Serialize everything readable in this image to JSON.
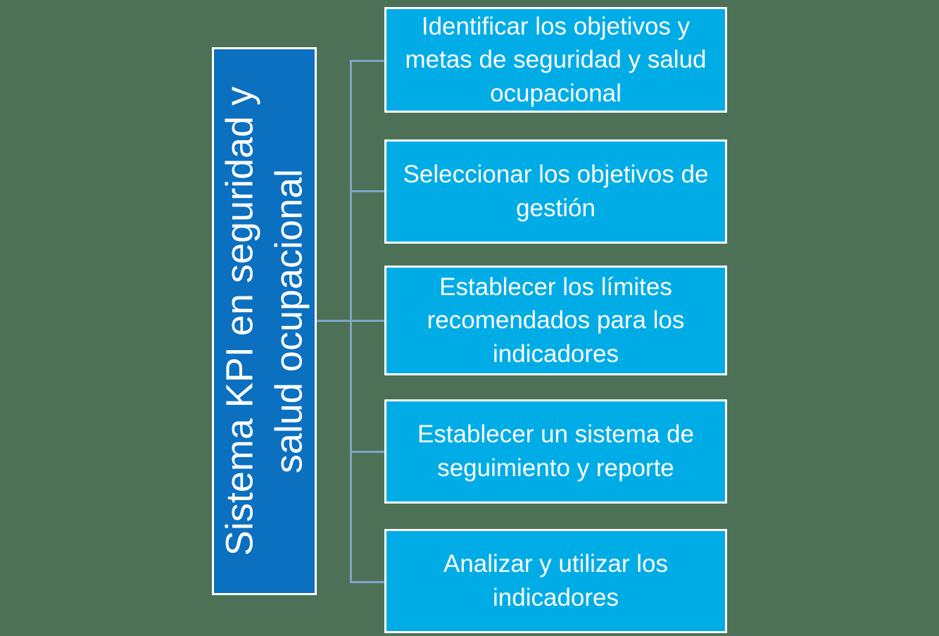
{
  "diagram": {
    "type": "hierarchy",
    "root": {
      "label": "Sistema KPI en seguridad y salud ocupacional"
    },
    "steps": [
      {
        "label": "Identificar los objetivos y metas de seguridad y salud ocupacional"
      },
      {
        "label": "Seleccionar los objetivos de gestión"
      },
      {
        "label": "Establecer los límites recomendados para los indicadores"
      },
      {
        "label": "Establecer un sistema de seguimiento y reporte"
      },
      {
        "label": "Analizar y utilizar los indicadores"
      }
    ],
    "colors": {
      "background": "#4c7156",
      "root_fill": "#0b70c0",
      "step_fill": "#00ace6",
      "box_border": "#ffffff",
      "connector": "#7fa5c8",
      "text": "#ffffff"
    }
  }
}
